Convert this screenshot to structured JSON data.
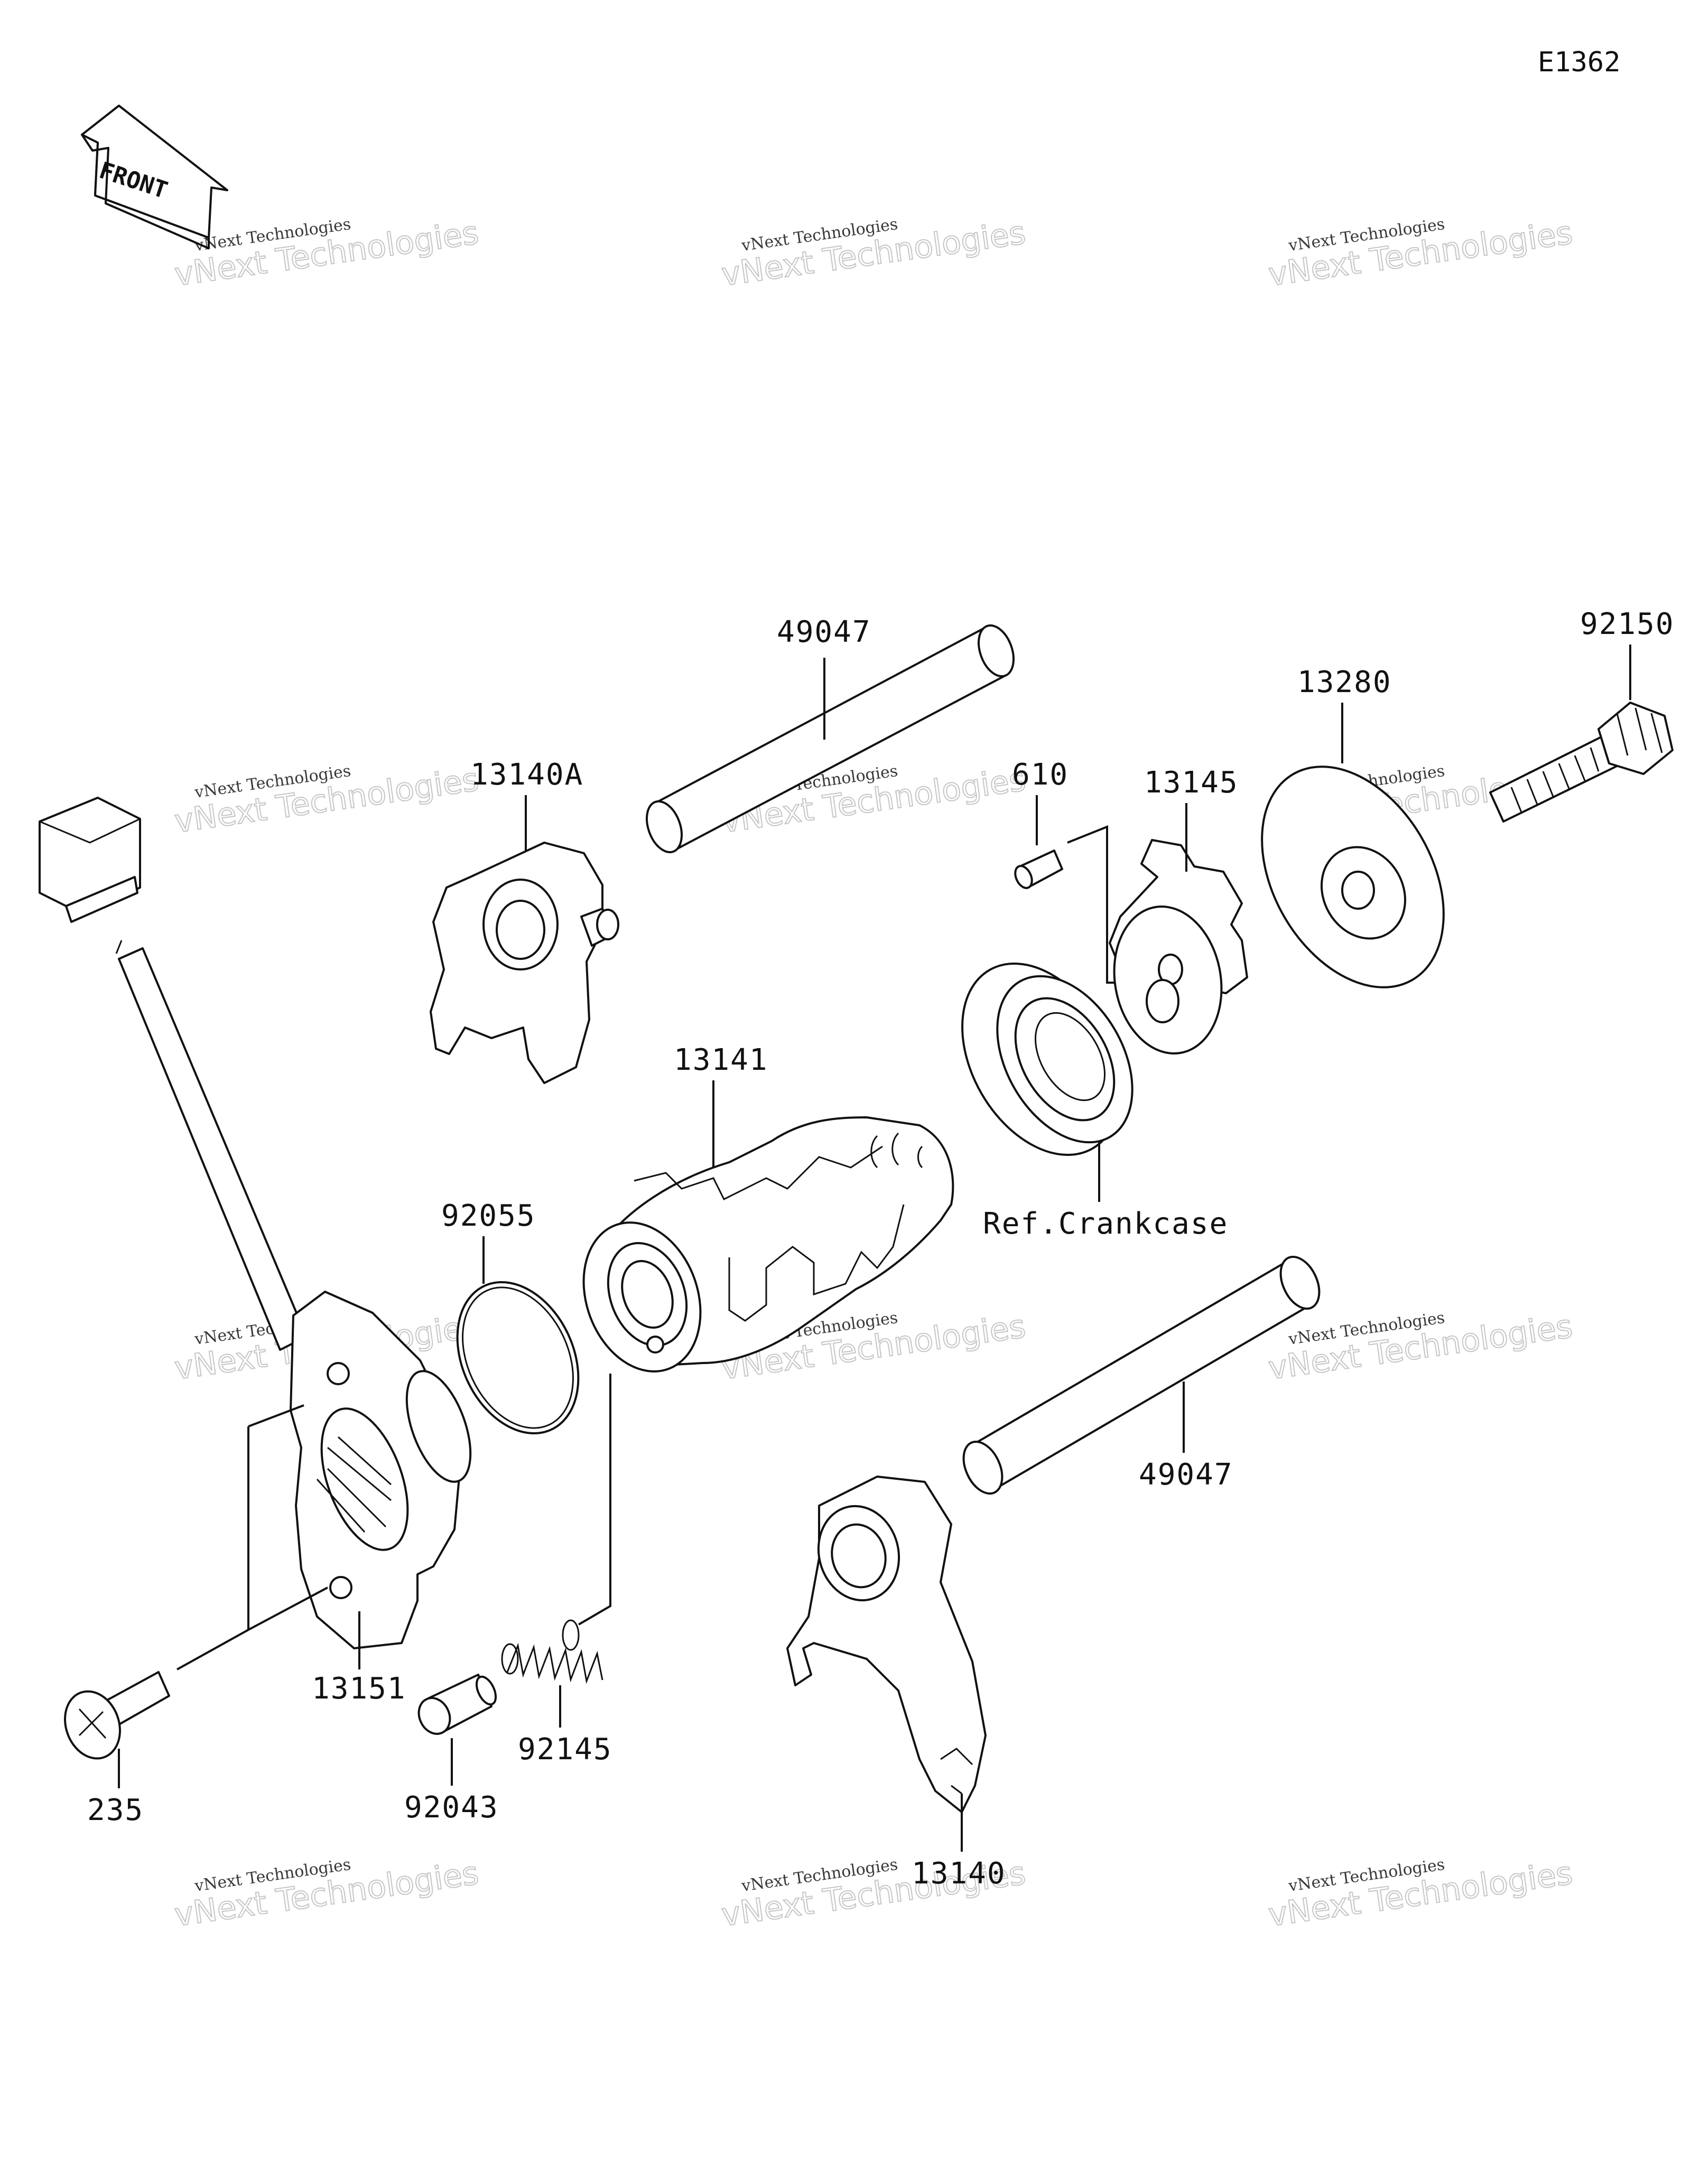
{
  "diagram_code": "E1362",
  "front_label": "FRONT",
  "watermark": {
    "line1": "vNext Technologies",
    "line2": "vNext Technologies"
  },
  "parts": {
    "p49047_top": "49047",
    "p92150": "92150",
    "p13280": "13280",
    "p13140A": "13140A",
    "p610": "610",
    "p13145": "13145",
    "p13141": "13141",
    "ref_crankcase": "Ref.Crankcase",
    "p92055": "92055",
    "p49047_bottom": "49047",
    "p13151": "13151",
    "p235": "235",
    "p92145": "92145",
    "p92043": "92043",
    "p13140": "13140"
  }
}
